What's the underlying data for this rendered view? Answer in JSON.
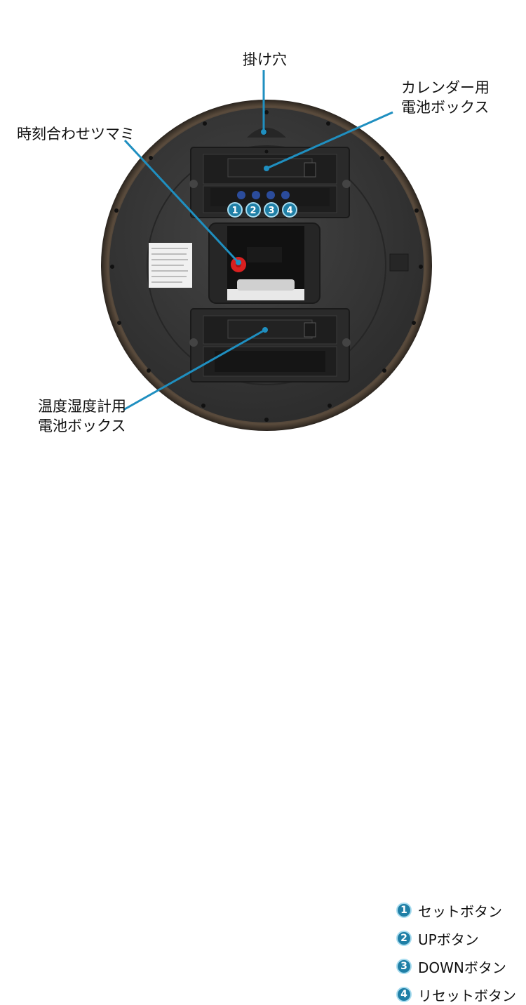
{
  "colors": {
    "accent": "#1f8fc0",
    "clock_body": "#3a3a3a",
    "knob": "#d92020"
  },
  "labels": {
    "hanging_hole": "掛け穴",
    "calendar_battery_line1": "カレンダー用",
    "calendar_battery_line2": "電池ボックス",
    "time_knob": "時刻合わせツマミ",
    "thermo_battery_line1": "温度湿度計用",
    "thermo_battery_line2": "電池ボックス"
  },
  "panel_numbers": [
    "1",
    "2",
    "3",
    "4"
  ],
  "legend": [
    {
      "num": "1",
      "text": "セットボタン"
    },
    {
      "num": "2",
      "text": "UPボタン"
    },
    {
      "num": "3",
      "text": "DOWNボタン"
    },
    {
      "num": "4",
      "text": "リセットボタン"
    }
  ],
  "icons": [
    "hanging-hole-icon",
    "clock-movement-icon",
    "time-knob-icon"
  ]
}
